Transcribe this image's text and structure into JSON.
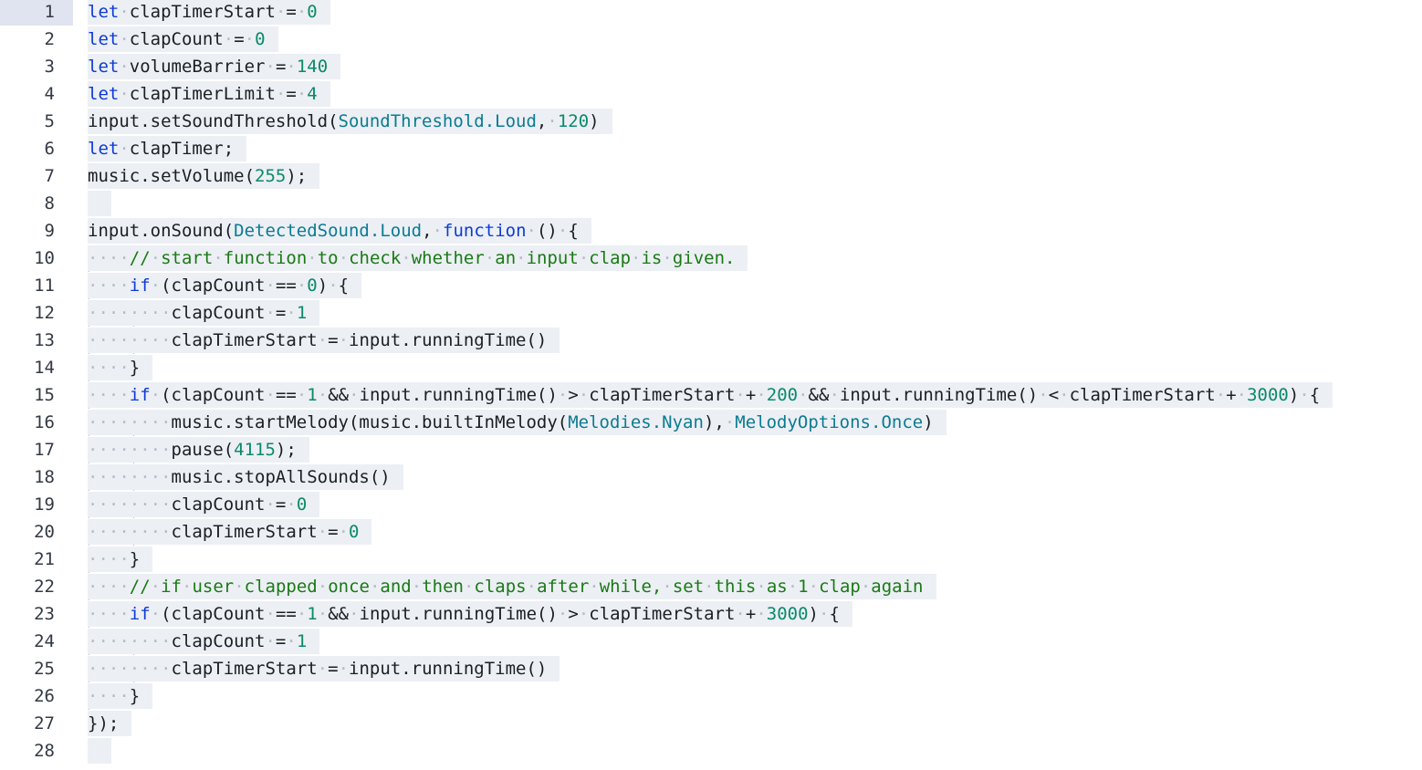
{
  "editor": {
    "active_line": 1,
    "lines": [
      {
        "n": "1",
        "code": "let clapTimerStart = 0"
      },
      {
        "n": "2",
        "code": "let clapCount = 0"
      },
      {
        "n": "3",
        "code": "let volumeBarrier = 140"
      },
      {
        "n": "4",
        "code": "let clapTimerLimit = 4"
      },
      {
        "n": "5",
        "code": "input.setSoundThreshold(SoundThreshold.Loud, 120)"
      },
      {
        "n": "6",
        "code": "let clapTimer;"
      },
      {
        "n": "7",
        "code": "music.setVolume(255);"
      },
      {
        "n": "8",
        "code": ""
      },
      {
        "n": "9",
        "code": "input.onSound(DetectedSound.Loud, function () {"
      },
      {
        "n": "10",
        "code": "    // start function to check whether an input clap is given."
      },
      {
        "n": "11",
        "code": "    if (clapCount == 0) {"
      },
      {
        "n": "12",
        "code": "        clapCount = 1"
      },
      {
        "n": "13",
        "code": "        clapTimerStart = input.runningTime()"
      },
      {
        "n": "14",
        "code": "    }"
      },
      {
        "n": "15",
        "code": "    if (clapCount == 1 && input.runningTime() > clapTimerStart + 200 && input.runningTime() < clapTimerStart + 3000) {"
      },
      {
        "n": "16",
        "code": "        music.startMelody(music.builtInMelody(Melodies.Nyan), MelodyOptions.Once)"
      },
      {
        "n": "17",
        "code": "        pause(4115);"
      },
      {
        "n": "18",
        "code": "        music.stopAllSounds()"
      },
      {
        "n": "19",
        "code": "        clapCount = 0"
      },
      {
        "n": "20",
        "code": "        clapTimerStart = 0"
      },
      {
        "n": "21",
        "code": "    }"
      },
      {
        "n": "22",
        "code": "    // if user clapped once and then claps after while, set this as 1 clap again"
      },
      {
        "n": "23",
        "code": "    if (clapCount == 1 && input.runningTime() > clapTimerStart + 3000) {"
      },
      {
        "n": "24",
        "code": "        clapCount = 1"
      },
      {
        "n": "25",
        "code": "        clapTimerStart = input.runningTime()"
      },
      {
        "n": "26",
        "code": "    }"
      },
      {
        "n": "27",
        "code": "});"
      },
      {
        "n": "28",
        "code": ""
      }
    ]
  },
  "colors": {
    "keyword": "#0f3bd6",
    "number": "#0a8a6a",
    "namespace": "#0b7b92",
    "comment": "#197a14",
    "text": "#1b1f24",
    "line_highlight": "#eceff4",
    "active_gutter": "#dfe4f0"
  }
}
